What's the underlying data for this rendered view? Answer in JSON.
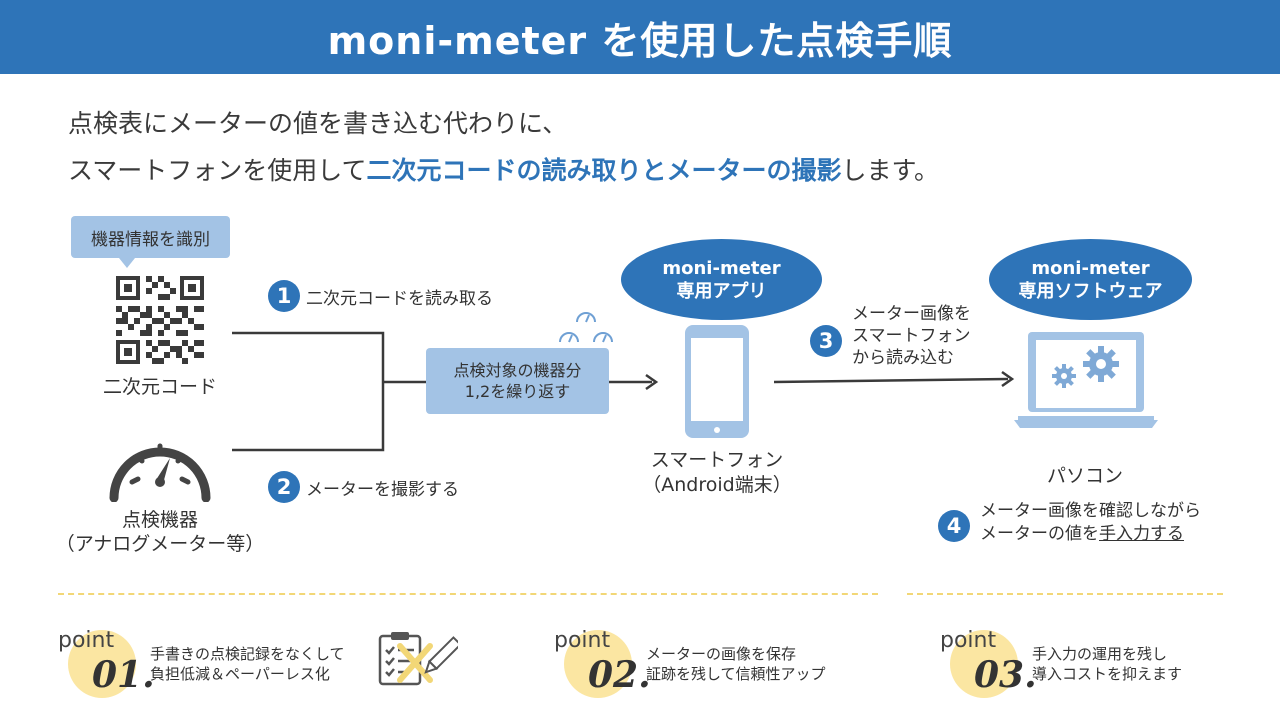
{
  "header": {
    "title": "moni-meter を使用した点検手順"
  },
  "intro": {
    "line1": "点検表にメーターの値を書き込む代わりに、",
    "line2_pre": "スマートフォンを使用して",
    "line2_highlight": "二次元コードの読み取りとメーターの撮影",
    "line2_post": "します。"
  },
  "diagram": {
    "tag_label": "機器情報を識別",
    "qr_label": "二次元コード",
    "device_label_1": "点検機器",
    "device_label_2": "（アナログメーター等）",
    "step1": {
      "num": "1",
      "text": "二次元コードを読み取る"
    },
    "step2": {
      "num": "2",
      "text": "メーターを撮影する"
    },
    "repeat_1": "点検対象の機器分",
    "repeat_2": "1,2を繰り返す",
    "app_oval_1": "moni-meter",
    "app_oval_2": "専用アプリ",
    "phone_label_1": "スマートフォン",
    "phone_label_2": "（Android端末）",
    "step3": {
      "num": "3",
      "line1": "メーター画像を",
      "line2": "スマートフォン",
      "line3": "から読み込む"
    },
    "soft_oval_1": "moni-meter",
    "soft_oval_2": "専用ソフトウェア",
    "pc_label": "パソコン",
    "step4": {
      "num": "4",
      "line1": "メーター画像を確認しながら",
      "line2_pre": "メーターの値を",
      "line2_underline": "手入力する"
    }
  },
  "points": [
    {
      "word": "point",
      "num": "01.",
      "line1": "手書きの点検記録をなくして",
      "line2": "負担低減＆ペーパーレス化"
    },
    {
      "word": "point",
      "num": "02.",
      "line1": "メーターの画像を保存",
      "line2": "証跡を残して信頼性アップ"
    },
    {
      "word": "point",
      "num": "03.",
      "line1": "手入力の運用を残し",
      "line2": "導入コストを抑えます"
    }
  ],
  "colors": {
    "primary": "#2e74b8",
    "light_blue": "#a3c3e5",
    "yellow": "#fbe6a2",
    "dash": "#f2d777",
    "icon_gray": "#4a4a4a"
  }
}
